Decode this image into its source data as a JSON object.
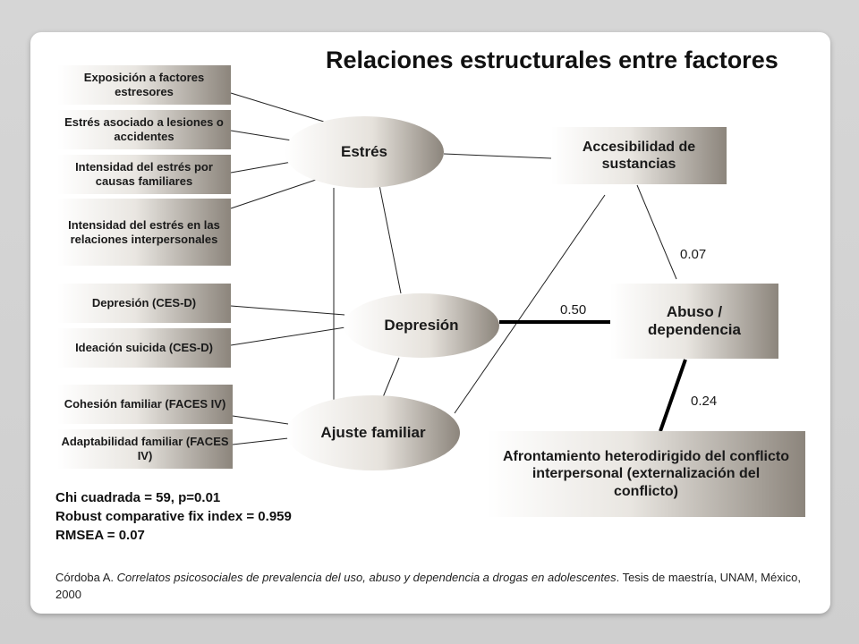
{
  "title": "Relaciones estructurales entre factores",
  "indicators": {
    "estres_1": "Exposición a factores estresores",
    "estres_2": "Estrés asociado a lesiones o accidentes",
    "estres_3": "Intensidad del estrés por causas familiares",
    "estres_4": "Intensidad del estrés en las relaciones interpersonales",
    "depresion_1": "Depresión (CES-D)",
    "depresion_2": "Ideación suicida (CES-D)",
    "ajuste_1": "Cohesión familiar (FACES IV)",
    "ajuste_2": "Adaptabilidad familiar (FACES IV)"
  },
  "latents": {
    "estres": "Estrés",
    "depresion": "Depresión",
    "ajuste": "Ajuste familiar"
  },
  "outcomes": {
    "accesibilidad": "Accesibilidad de sustancias",
    "abuso": "Abuso / dependencia",
    "afrontamiento": "Afrontamiento heterodirigido del conflicto interpersonal (externalización del conflicto)"
  },
  "coefficients": {
    "depresion_abuso": "0.50",
    "accesibilidad_abuso": "0.07",
    "abuso_afrontamiento": "0.24"
  },
  "fit_stats": {
    "line1": "Chi cuadrada = 59, p=0.01",
    "line2": "Robust comparative fix index = 0.959",
    "line3": "RMSEA = 0.07"
  },
  "citation": {
    "author": "Córdoba A. ",
    "work": "Correlatos psicosociales de prevalencia del uso, abuso y dependencia a drogas en adolescentes",
    "rest": ". Tesis de maestría, UNAM, México, 2000"
  }
}
